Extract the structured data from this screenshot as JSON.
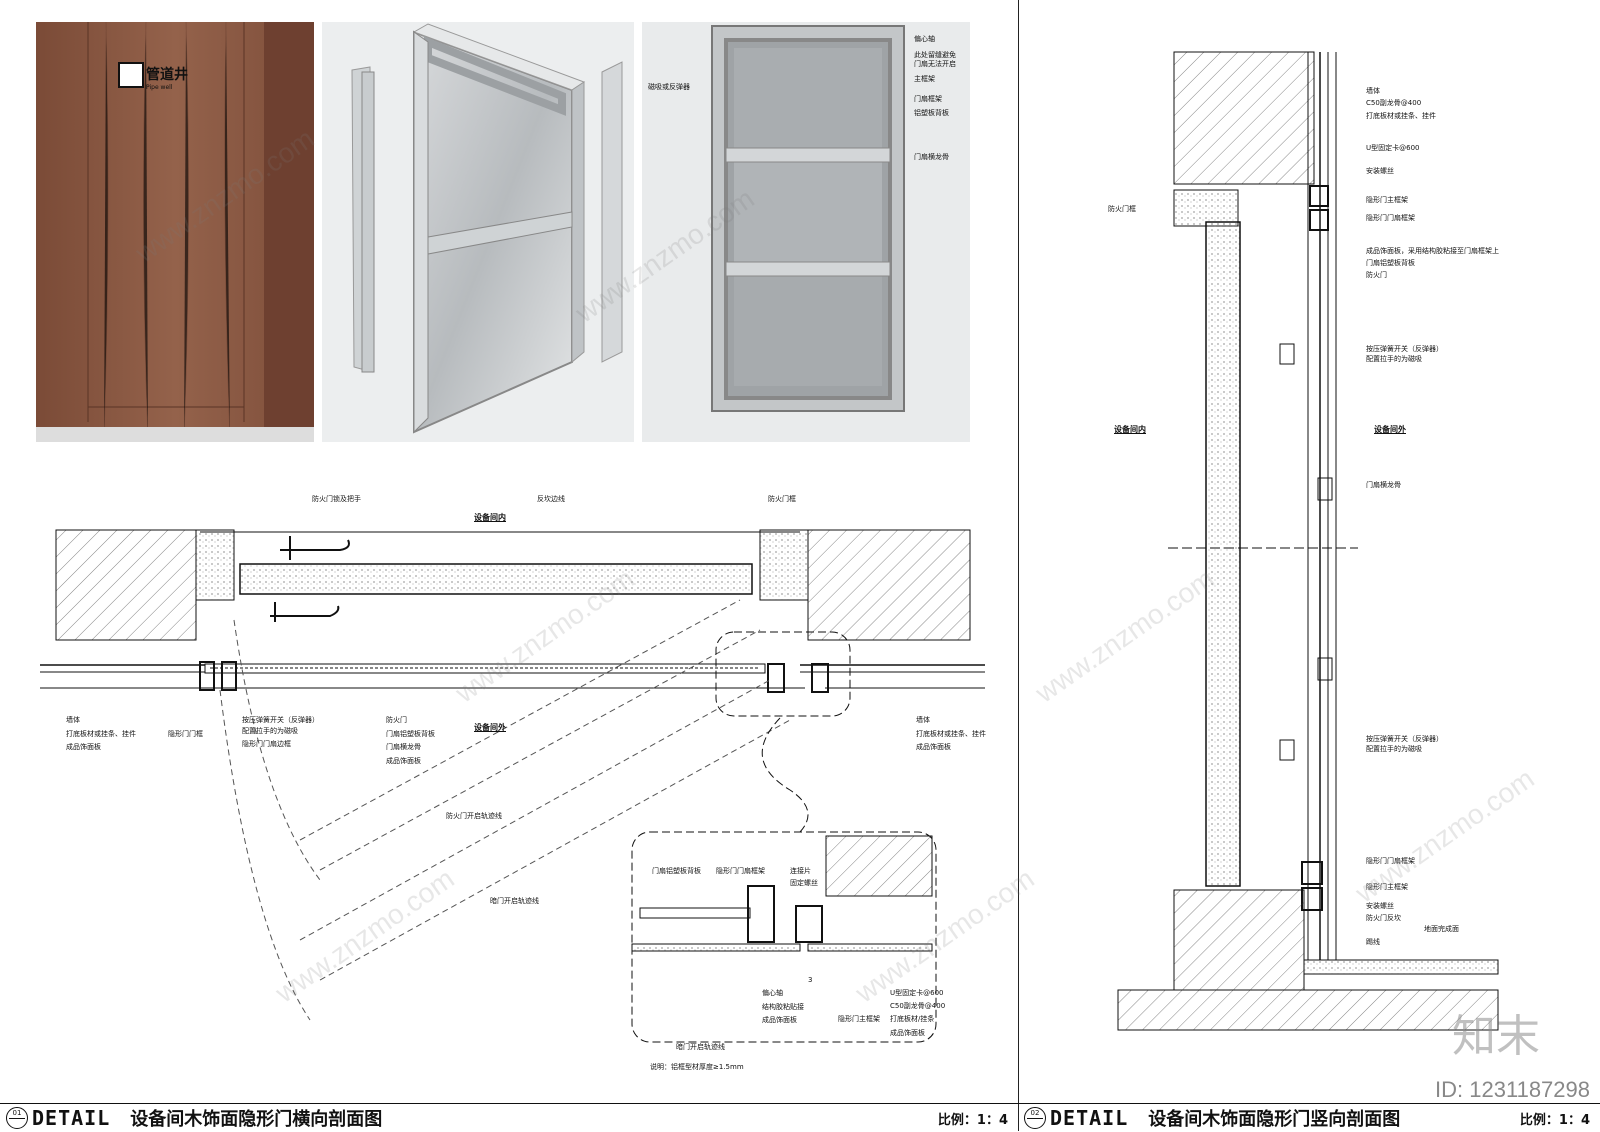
{
  "photos": {
    "sign_text": "管道井",
    "sign_subtext": "Pipe well"
  },
  "photo3_labels": [
    "偏心轴",
    "此处留缝避免",
    "门扇无法开启",
    "主框架",
    "门扇框架",
    "铝塑板背板",
    "门扇横龙骨",
    "磁吸或反弹器"
  ],
  "drawing1": {
    "zone_inside": "设备间内",
    "zone_outside": "设备间外",
    "top_labels": [
      "防火门锁及把手",
      "反坎边线",
      "防火门框"
    ],
    "left_labels": [
      "墙体",
      "打底板材或挂条、挂件",
      "成品饰面板"
    ],
    "mid_left_labels": [
      "隐形门门框"
    ],
    "mid_labels": [
      "按压弹簧开关（反弹器）",
      "配置拉手的为磁吸",
      "隐形门门扇边框"
    ],
    "center_labels": [
      "防火门",
      "门扇铝塑板背板",
      "门扇横龙骨",
      "成品饰面板"
    ],
    "right_labels": [
      "墙体",
      "打底板材或挂条、挂件",
      "成品饰面板"
    ],
    "track_labels": [
      "防火门开启轨迹线",
      "暗门开启轨迹线"
    ],
    "inset_labels": [
      "门扇铝塑板背板",
      "隐形门门扇框架",
      "连接片",
      "固定螺丝"
    ],
    "inset_bottom_labels": [
      "偏心轴",
      "结构胶粘贴接",
      "成品饰面板",
      "暗门开启轨迹线"
    ],
    "inset_right_labels": [
      "隐形门主框架",
      "U型固定卡@600",
      "C50副龙骨@400",
      "打底板材/挂条",
      "成品饰面板"
    ],
    "inset_dim": "3",
    "note": "说明：铝框型材厚度≥1.5mm"
  },
  "drawing2": {
    "zone_inside": "设备间内",
    "zone_outside": "设备间外",
    "left_labels": [
      "防火门框"
    ],
    "top_labels": [
      "墙体",
      "C50副龙骨@400",
      "打底板材或挂条、挂件",
      "U型固定卡@600",
      "安装螺丝",
      "隐形门主框架",
      "隐形门门扇框架",
      "成品饰面板，采用结构胶粘接至门扇框架上",
      "门扇铝塑板背板",
      "防火门"
    ],
    "mid_labels": [
      "按压弹簧开关（反弹器）",
      "配置拉手的为磁吸",
      "门扇横龙骨",
      "按压弹簧开关（反弹器）",
      "配置拉手的为磁吸"
    ],
    "bottom_labels": [
      "隐形门门扇框架",
      "隐形门主框架",
      "安装螺丝",
      "防火门反坎",
      "地面完成面",
      "踢线"
    ]
  },
  "title1": {
    "num_top": "01",
    "detail": "DETAIL",
    "title": "设备间木饰面隐形门横向剖面图",
    "scale": "比例：1：4"
  },
  "title2": {
    "num_top": "02",
    "detail": "DETAIL",
    "title": "设备间木饰面隐形门竖向剖面图",
    "scale": "比例：1：4"
  },
  "watermark": {
    "site": "www.znzmo.com",
    "brand": "知末",
    "id": "ID: 1231187298"
  },
  "colors": {
    "wood": "#8a5a44",
    "aluminum": "#c9cdd0",
    "line": "#111111"
  }
}
